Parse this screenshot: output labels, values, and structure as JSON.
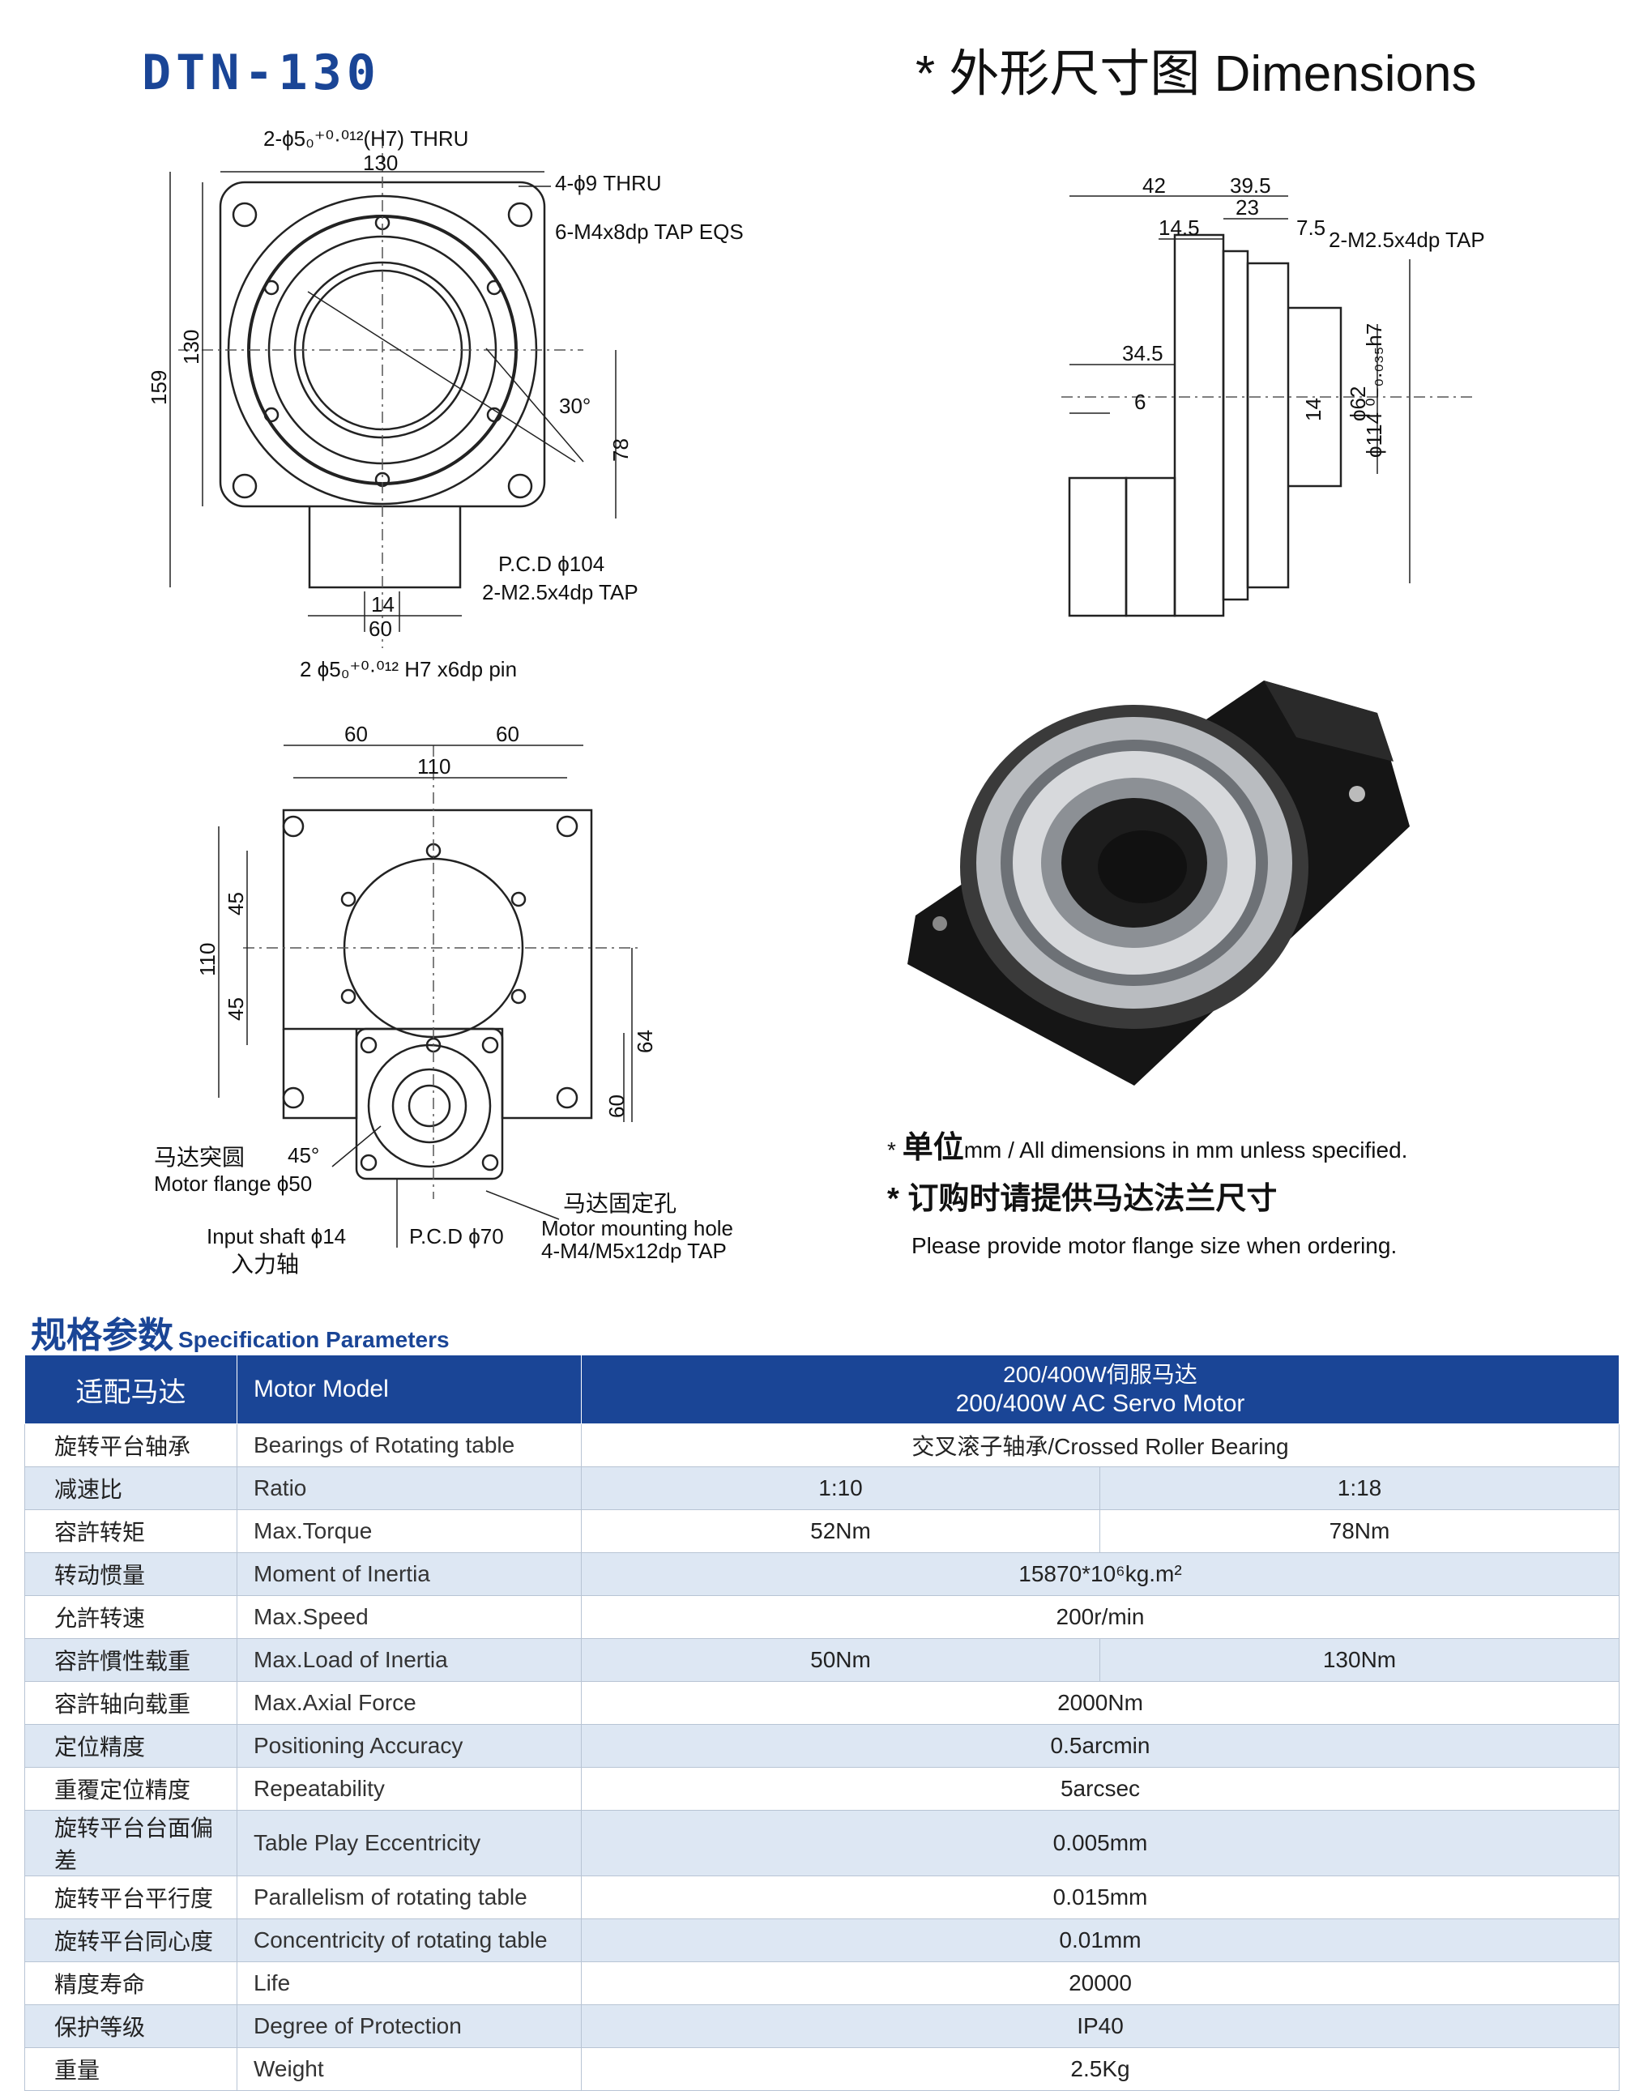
{
  "header": {
    "model": "DTN-130",
    "dimensions_title": "* 外形尺寸图 Dimensions"
  },
  "drawing_front": {
    "pin_top": "2-ϕ5₀⁺⁰·⁰¹²(H7) THRU",
    "width_130": "130",
    "thru_holes": "4-ϕ9 THRU",
    "tap_m4": "6-M4x8dp TAP EQS",
    "h159": "159",
    "h130": "130",
    "angle30": "30°",
    "d78": "78",
    "pcd104": "P.C.D ϕ104",
    "tap_m25": "2-M2.5x4dp TAP",
    "d14": "14",
    "d60": "60",
    "pin_bottom": "2 ϕ5₀⁺⁰·⁰¹² H7 x6dp pin"
  },
  "drawing_side": {
    "d42": "42",
    "d39_5": "39.5",
    "d23": "23",
    "d14_5": "14.5",
    "d7_5": "7.5",
    "tap": "2-M2.5x4dp TAP",
    "d34_5": "34.5",
    "d6": "6",
    "d14v": "14",
    "phi62": "ϕ62",
    "phi114": "ϕ114 ⁰₋₀.₀₃₅h7"
  },
  "drawing_bottom": {
    "d60a": "60",
    "d60b": "60",
    "d110": "110",
    "d110v": "110",
    "d45a": "45",
    "d45b": "45",
    "d64": "64",
    "d60v": "60",
    "angle45": "45°",
    "motor_flange_cn": "马达突圆",
    "motor_flange_en": "Motor flange ϕ50",
    "input_shaft_en": "Input shaft ϕ14",
    "input_shaft_cn": "入力轴",
    "pcd70": "P.C.D ϕ70",
    "mount_cn": "马达固定孔",
    "mount_en": "Motor mounting hole",
    "mount_tap": "4-M4/M5x12dp TAP"
  },
  "notes": {
    "unit_cn": "单位",
    "unit_en": "mm / All dimensions in mm unless specified.",
    "order_cn": "订购时请提供马达法兰尺寸",
    "order_en": "Please provide motor flange size when ordering."
  },
  "spec": {
    "title_cn": "规格参数",
    "title_en": "Specification Parameters",
    "head_cn": "适配马达",
    "head_en": "Motor Model",
    "head_motor_cn": "200/400W伺服马达",
    "head_motor_en": "200/400W AC Servo Motor",
    "rows": [
      {
        "cn": "旋转平台轴承",
        "en": "Bearings of Rotating table",
        "v": "交叉滚子轴承/Crossed Roller Bearing"
      },
      {
        "cn": "减速比",
        "en": "Ratio",
        "v1": "1:10",
        "v2": "1:18"
      },
      {
        "cn": "容許转矩",
        "en": "Max.Torque",
        "v1": "52Nm",
        "v2": "78Nm"
      },
      {
        "cn": "转动惯量",
        "en": "Moment of Inertia",
        "v": "15870*10⁶kg.m²"
      },
      {
        "cn": "允許转速",
        "en": "Max.Speed",
        "v": "200r/min"
      },
      {
        "cn": "容許慣性载重",
        "en": "Max.Load of Inertia",
        "v1": "50Nm",
        "v2": "130Nm"
      },
      {
        "cn": "容許轴向载重",
        "en": "Max.Axial Force",
        "v": "2000Nm"
      },
      {
        "cn": "定位精度",
        "en": "Positioning Accuracy",
        "v": "0.5arcmin"
      },
      {
        "cn": "重覆定位精度",
        "en": "Repeatability",
        "v": "5arcsec"
      },
      {
        "cn": "旋转平台台面偏差",
        "en": "Table Play Eccentricity",
        "v": "0.005mm"
      },
      {
        "cn": "旋转平台平行度",
        "en": "Parallelism of rotating table",
        "v": "0.015mm"
      },
      {
        "cn": "旋转平台同心度",
        "en": "Concentricity of rotating table",
        "v": "0.01mm"
      },
      {
        "cn": "精度寿命",
        "en": "Life",
        "v": "20000"
      },
      {
        "cn": "保护等级",
        "en": "Degree of Protection",
        "v": "IP40"
      },
      {
        "cn": "重量",
        "en": "Weight",
        "v": "2.5Kg"
      }
    ]
  }
}
